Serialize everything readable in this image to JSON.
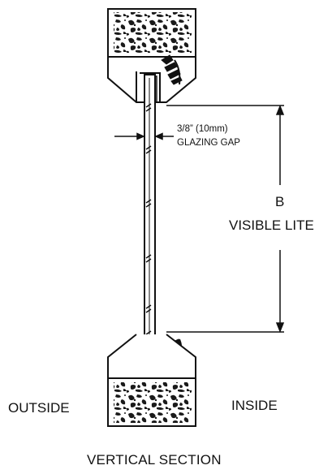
{
  "diagram": {
    "glazing_gap": {
      "dimension": "3/8” (10mm)",
      "label": "GLAZING GAP"
    },
    "visible_lite": {
      "letter": "B",
      "label": "VISIBLE LITE"
    },
    "sides": {
      "outside": "OUTSIDE",
      "inside": "INSIDE"
    },
    "caption": "VERTICAL SECTION"
  }
}
